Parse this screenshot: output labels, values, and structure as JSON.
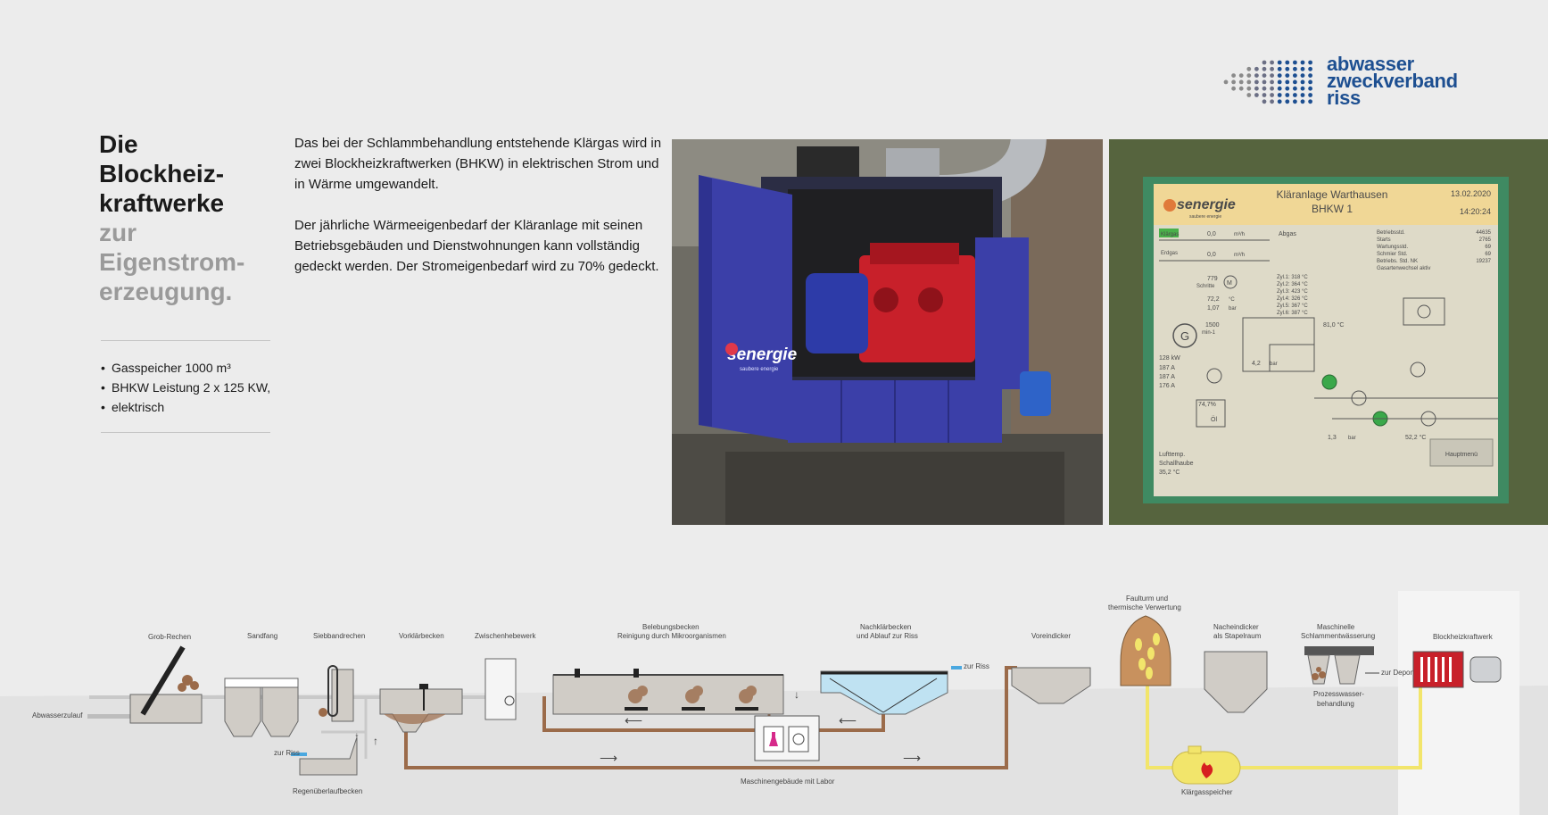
{
  "logo": {
    "line1": "abwasser",
    "line2": "zweckverband",
    "line3": "riss"
  },
  "title": {
    "dark1": "Die",
    "dark2": "Blockheiz-",
    "dark3": "kraftwerke",
    "grey1": "zur",
    "grey2": "Eigenstrom-",
    "grey3": "erzeugung."
  },
  "facts": [
    "Gasspeicher 1000 m³",
    "BHKW Leistung 2 x 125 KW,",
    "elektrisch"
  ],
  "intro": {
    "p1": "Das bei der Schlammbehandlung entstehende Klärgas wird in zwei Blockheizkraftwerken (BHKW) in elektrischen Strom und in Wärme umgewandelt.",
    "p2": "Der jährliche Wärmeeigenbedarf der Kläranlage mit seinen Betriebsgebäuden und Dienstwohnungen kann vollständig gedeckt werden. Der Stromeigenbedarf wird zu 70% gedeckt."
  },
  "photo1": {
    "brand": "senergie",
    "tagline": "saubere energie"
  },
  "screen": {
    "brand": "senergie",
    "tagline": "saubere energie",
    "title1": "Kläranlage Warthausen",
    "title2": "BHKW 1",
    "date": "13.02.2020",
    "time": "14:20:24",
    "gas1": "Klärgas",
    "gas2": "Erdgas",
    "flow1": "0,0",
    "flow2": "0,0",
    "flow_unit": "m³/h",
    "abgas": "Abgas",
    "steps_val": "779",
    "steps_lbl": "Schritte",
    "temp_val": "72,2",
    "temp_unit": "°C",
    "pres_val": "1,07",
    "pres_unit": "bar",
    "cyl": [
      "Zyl.1: 318 °C",
      "Zyl.2: 364 °C",
      "Zyl.3: 423 °C",
      "Zyl.4: 326 °C",
      "Zyl.5: 367 °C",
      "Zyl.6: 387 °C"
    ],
    "rpm_val": "1500",
    "rpm_unit": "min-1",
    "temp2": "81,0 °C",
    "gen": "G",
    "motor": "M",
    "kw": "128 kW",
    "amps": [
      "187 A",
      "187 A",
      "176 A"
    ],
    "oil_pct": "74,7%",
    "oil_lbl": "Öl",
    "pres2_val": "4,2",
    "pres2_unit": "bar",
    "pres3_val": "1,3",
    "pres3_unit": "bar",
    "temp3": "52,2 °C",
    "stats_labels": [
      "Betriebsstd.",
      "Starts",
      "Wartungsstd.",
      "Schmier Std.",
      "Betriebs. Std. NK",
      "Gasartenwechsel aktiv"
    ],
    "stats_values": [
      "44635",
      "2765",
      "69",
      "69",
      "19237",
      ""
    ],
    "luft": [
      "Lufttemp.",
      "Schallhaube",
      "35,2 °C"
    ],
    "menu": "Hauptmenü"
  },
  "diagram": {
    "abwasserzulauf": "Abwasserzulauf",
    "grob_rechen": "Grob-Rechen",
    "sandfang": "Sandfang",
    "siebbandrechen": "Siebbandrechen",
    "vorklaerbecken": "Vorklärbecken",
    "zwischenhebewerk": "Zwischenhebewerk",
    "belebung1": "Belebungsbecken",
    "belebung2": "Reinigung durch Mikroorganismen",
    "nachklaer1": "Nachklärbecken",
    "nachklaer2": "und Ablauf zur Riss",
    "voreindicker": "Voreindicker",
    "faulturm1": "Faulturm und",
    "faulturm2": "thermische Verwertung",
    "nacheindicker1": "Nacheindicker",
    "nacheindicker2": "als Stapelraum",
    "entw1": "Maschinelle",
    "entw2": "Schlammentwässerung",
    "bhkw": "Blockheizkraftwerk",
    "regen": "Regenüberlaufbecken",
    "zur_riss1": "zur Riss",
    "zur_riss2": "zur Riss",
    "zur_deponie": "zur Deponie",
    "prozess1": "Prozesswasser-",
    "prozess2": "behandlung",
    "maschinen": "Maschinengebäude mit Labor",
    "gasspeicher": "Klärgasspeicher"
  },
  "colors": {
    "logo_blue": "#1d4f91",
    "pipe_brown": "#9b6b4a",
    "gas_yellow": "#f2e56b",
    "cabinet_blue": "#3b3fa8",
    "engine_red": "#c8202a"
  }
}
